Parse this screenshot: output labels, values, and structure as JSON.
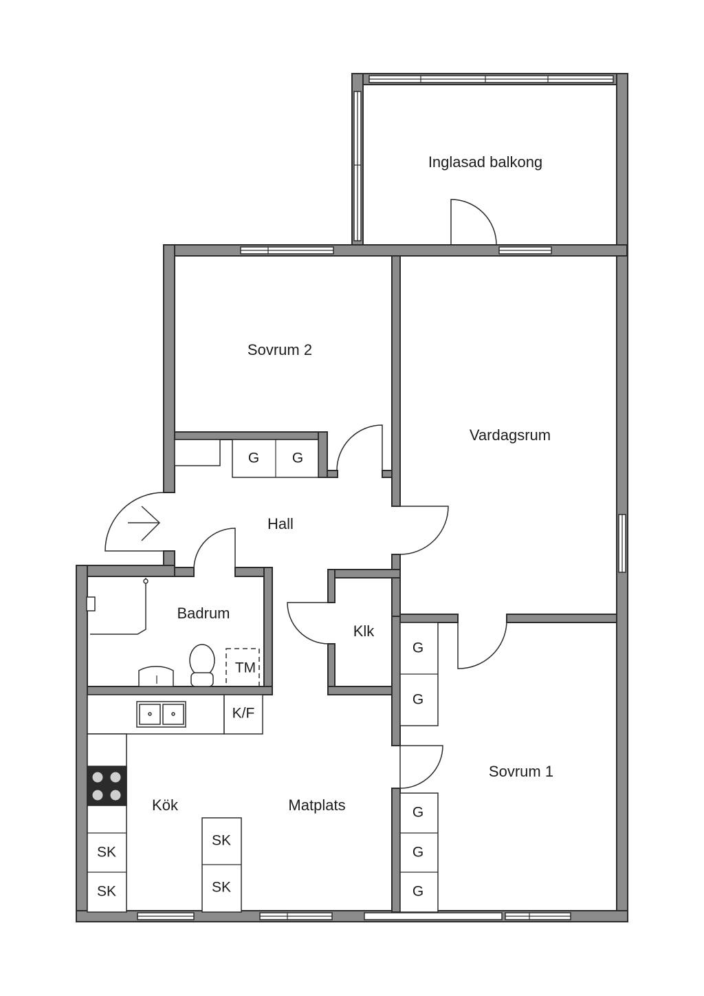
{
  "rooms": {
    "balcony": "Inglasad balkong",
    "bedroom2": "Sovrum 2",
    "living": "Vardagsrum",
    "hall": "Hall",
    "bathroom": "Badrum",
    "closet": "Klk",
    "bedroom1": "Sovrum 1",
    "kitchen": "Kök",
    "dining": "Matplats"
  },
  "fixtures": {
    "wardrobe": "G",
    "cabinet": "SK",
    "fridge_freezer": "K/F",
    "dryer": "TM"
  },
  "colors": {
    "wall": "#8c8c8c",
    "line": "#2b2b2b",
    "background": "#ffffff"
  }
}
